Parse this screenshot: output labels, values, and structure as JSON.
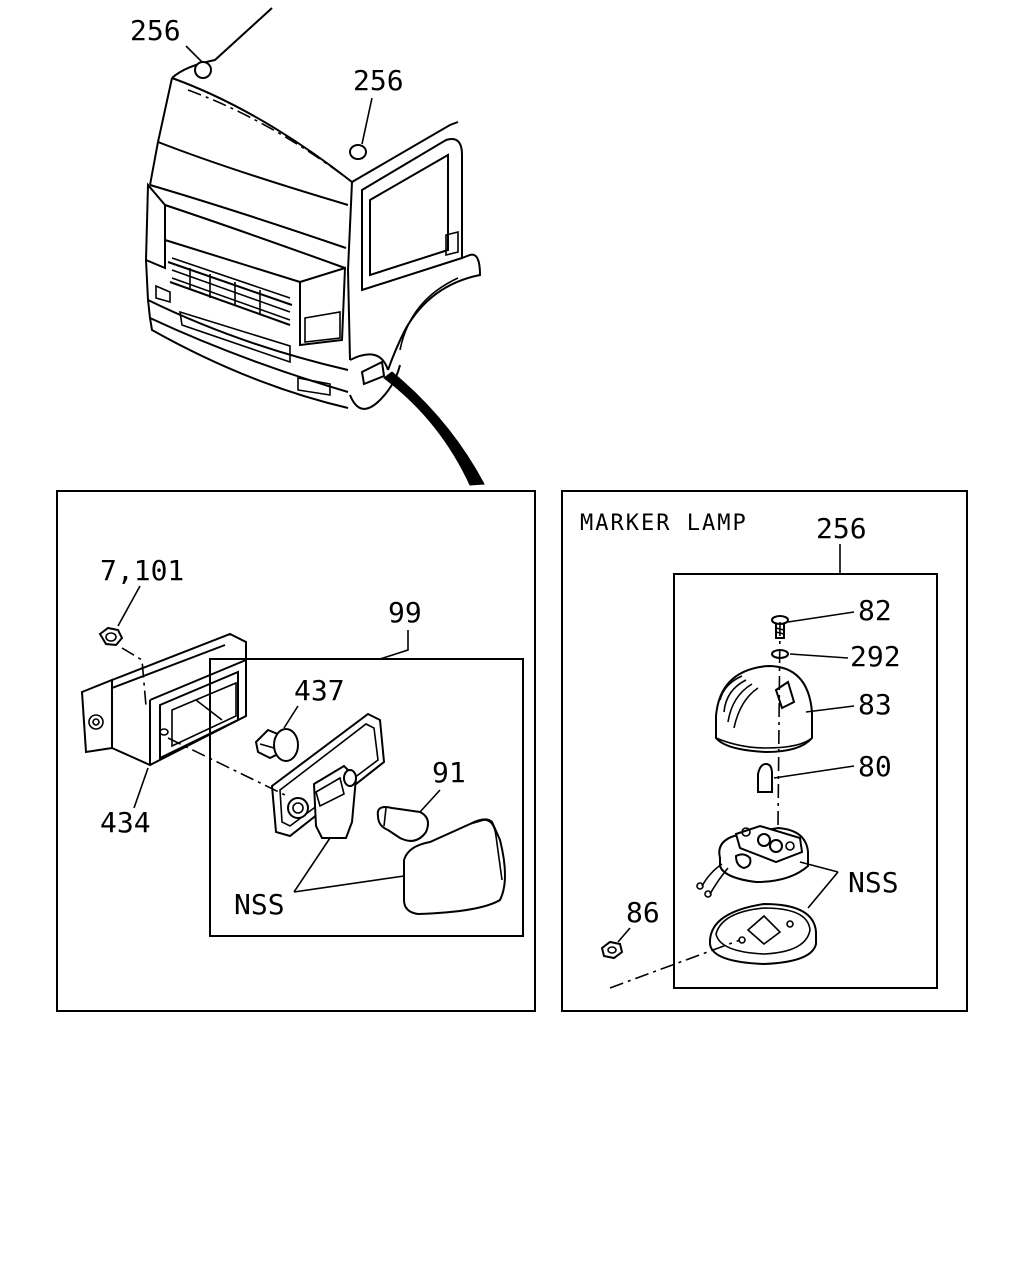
{
  "callouts": {
    "cab_marker_left": "256",
    "cab_marker_right": "256",
    "nut_7_101": "7,101",
    "lamp_assy_99": "99",
    "socket_437": "437",
    "bulb_91": "91",
    "bracket_434": "434",
    "nss_left": "NSS",
    "marker_lamp_256": "256",
    "screw_82": "82",
    "washer_292": "292",
    "lens_83": "83",
    "bulb_80": "80",
    "nss_right": "NSS",
    "nut_86": "86"
  },
  "marker_panel": {
    "title": "MARKER LAMP"
  }
}
